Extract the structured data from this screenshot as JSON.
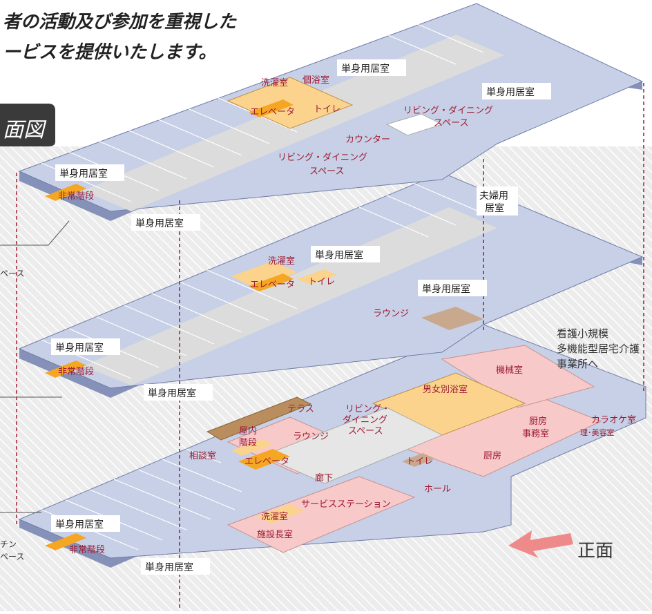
{
  "heading": {
    "line1": "者の活動及び参加を重視した",
    "line2": "ービスを提供いたします。"
  },
  "section_tab": "面図",
  "labels": {
    "single_room": "単身用居室",
    "couple_room_1": "夫婦用",
    "couple_room_2": "居室",
    "laundry": "洗濯室",
    "private_bath": "個浴室",
    "toilet": "トイレ",
    "elevator": "エレベータ",
    "emergency_stairs": "非常階段",
    "counter": "カウンター",
    "living_dining_1": "リビング・ダイニング",
    "living_dining_2": "スペース",
    "lounge": "ラウンジ",
    "machine_room": "機械室",
    "bath_mf": "男女別浴室",
    "terrace": "テラス",
    "ld_g_1": "リビング・",
    "ld_g_2": "ダイニング",
    "ld_g_3": "スペース",
    "indoor_stairs_1": "屋内",
    "indoor_stairs_2": "階段",
    "consult_room": "相談室",
    "corridor": "廊下",
    "hall": "ホール",
    "kitchen": "厨房",
    "kitchen_office_1": "厨房",
    "kitchen_office_2": "事務室",
    "karaoke_room": "カラオケ室",
    "barber_room": "理･美容室",
    "service_station": "サービスステーション",
    "director_room": "施設長室",
    "pace_1": "ペース",
    "pace_2": "ペース",
    "chin": "チン",
    "nursing_1": "看護小規模",
    "nursing_2": "多機能型居宅介護",
    "nursing_3": "事業所へ",
    "front": "正面"
  },
  "colors": {
    "room_blue": "#c7d0e6",
    "room_line": "#8591b8",
    "slab_side": "#8591b8",
    "corridor": "#dcdcdc",
    "orange": "#f5a623",
    "light_orange": "#fbd38d",
    "pink": "#f7c9c9",
    "label_red": "#9e1b32",
    "arrow": "#ef8a8a"
  }
}
